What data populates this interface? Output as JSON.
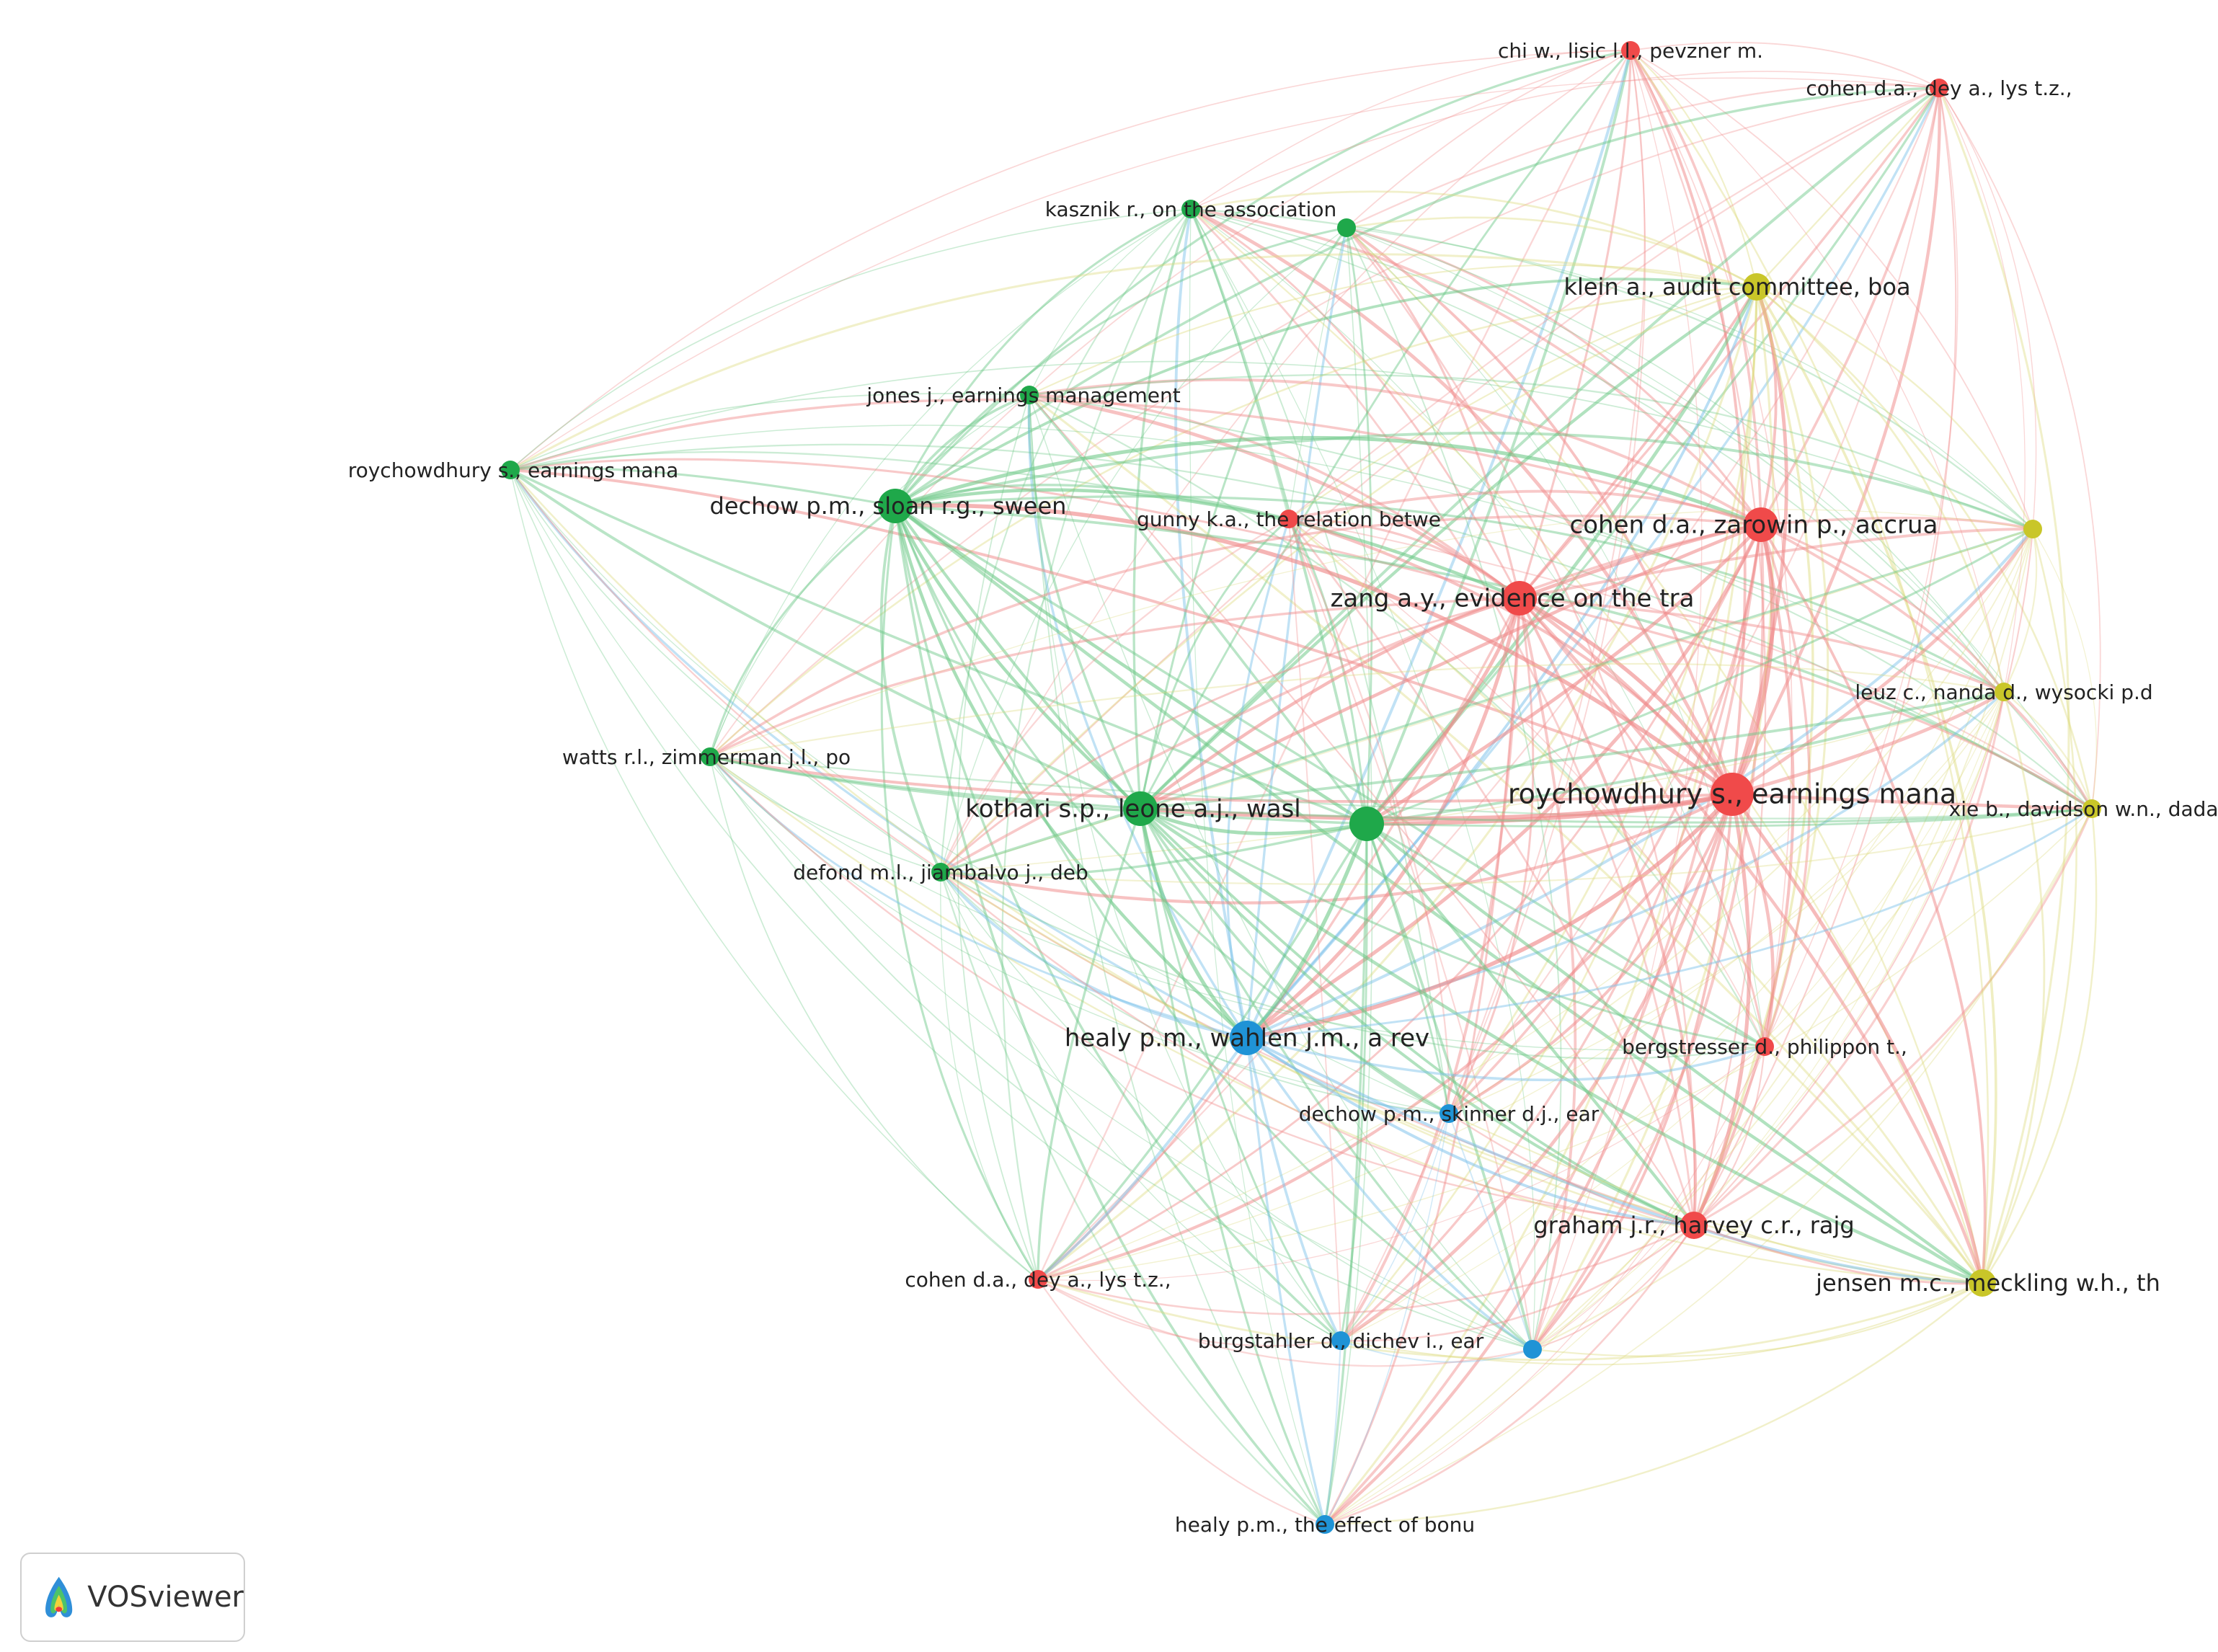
{
  "app": {
    "name": "VOSviewer",
    "logo_icon": "vosviewer-logo-icon"
  },
  "clusters": [
    {
      "id": "red",
      "color": "#f04a4a",
      "edge_color": "#f08c8c"
    },
    {
      "id": "green",
      "color": "#1fa84a",
      "edge_color": "#6cc887"
    },
    {
      "id": "blue",
      "color": "#1f93d6",
      "edge_color": "#7cc1ea"
    },
    {
      "id": "yellow",
      "color": "#c9c629",
      "edge_color": "#dedb7e"
    }
  ],
  "nodes": [
    {
      "id": "n1",
      "label": "chi w., lisic l.l., pevzner m.",
      "cluster": "red",
      "weight": 2
    },
    {
      "id": "n2",
      "label": "cohen d.a., dey a., lys t.z.,",
      "cluster": "red",
      "weight": 2
    },
    {
      "id": "n3",
      "label": "kasznik r., on the association",
      "cluster": "green",
      "weight": 2
    },
    {
      "id": "n4",
      "label": "",
      "cluster": "green",
      "weight": 2
    },
    {
      "id": "n5",
      "label": "klein a., audit committee, boa",
      "cluster": "yellow",
      "weight": 3
    },
    {
      "id": "n6",
      "label": "jones j., earnings management",
      "cluster": "green",
      "weight": 2
    },
    {
      "id": "n7",
      "label": "roychowdhury s., earnings mana",
      "cluster": "green",
      "weight": 2
    },
    {
      "id": "n8",
      "label": "dechow p.m., sloan r.g., sween",
      "cluster": "green",
      "weight": 4
    },
    {
      "id": "n9",
      "label": "gunny k.a., the relation betwe",
      "cluster": "red",
      "weight": 2
    },
    {
      "id": "n10",
      "label": "cohen d.a., zarowin p., accrua",
      "cluster": "red",
      "weight": 4
    },
    {
      "id": "n11",
      "label": "",
      "cluster": "yellow",
      "weight": 2
    },
    {
      "id": "n12",
      "label": "zang a.y., evidence on the tra",
      "cluster": "red",
      "weight": 4
    },
    {
      "id": "n13",
      "label": "leuz c., nanda d., wysocki p.d",
      "cluster": "yellow",
      "weight": 2
    },
    {
      "id": "n14",
      "label": "watts r.l., zimmerman j.l., po",
      "cluster": "green",
      "weight": 2
    },
    {
      "id": "n15",
      "label": "roychowdhury s., earnings mana",
      "cluster": "red",
      "weight": 5
    },
    {
      "id": "n16",
      "label": "kothari s.p., leone a.j., wasl",
      "cluster": "green",
      "weight": 4
    },
    {
      "id": "n17",
      "label": "",
      "cluster": "green",
      "weight": 4
    },
    {
      "id": "n18",
      "label": "xie b., davidson w.n., dadalt",
      "cluster": "yellow",
      "weight": 2
    },
    {
      "id": "n19",
      "label": "defond m.l., jiambalvo j., deb",
      "cluster": "green",
      "weight": 2
    },
    {
      "id": "n20",
      "label": "healy p.m., wahlen j.m., a rev",
      "cluster": "blue",
      "weight": 4
    },
    {
      "id": "n21",
      "label": "bergstresser d., philippon t.,",
      "cluster": "red",
      "weight": 2
    },
    {
      "id": "n22",
      "label": "dechow p.m., skinner d.j., ear",
      "cluster": "blue",
      "weight": 2
    },
    {
      "id": "n23",
      "label": "graham j.r., harvey c.r., rajg",
      "cluster": "red",
      "weight": 3
    },
    {
      "id": "n24",
      "label": "cohen d.a., dey a., lys t.z.,",
      "cluster": "red",
      "weight": 2
    },
    {
      "id": "n25",
      "label": "jensen m.c., meckling w.h., th",
      "cluster": "yellow",
      "weight": 3
    },
    {
      "id": "n26",
      "label": "burgstahler d., dichev i., ear",
      "cluster": "blue",
      "weight": 2
    },
    {
      "id": "n27",
      "label": "",
      "cluster": "blue",
      "weight": 2
    },
    {
      "id": "n28",
      "label": "healy p.m., the effect of bonu",
      "cluster": "blue",
      "weight": 2
    }
  ]
}
